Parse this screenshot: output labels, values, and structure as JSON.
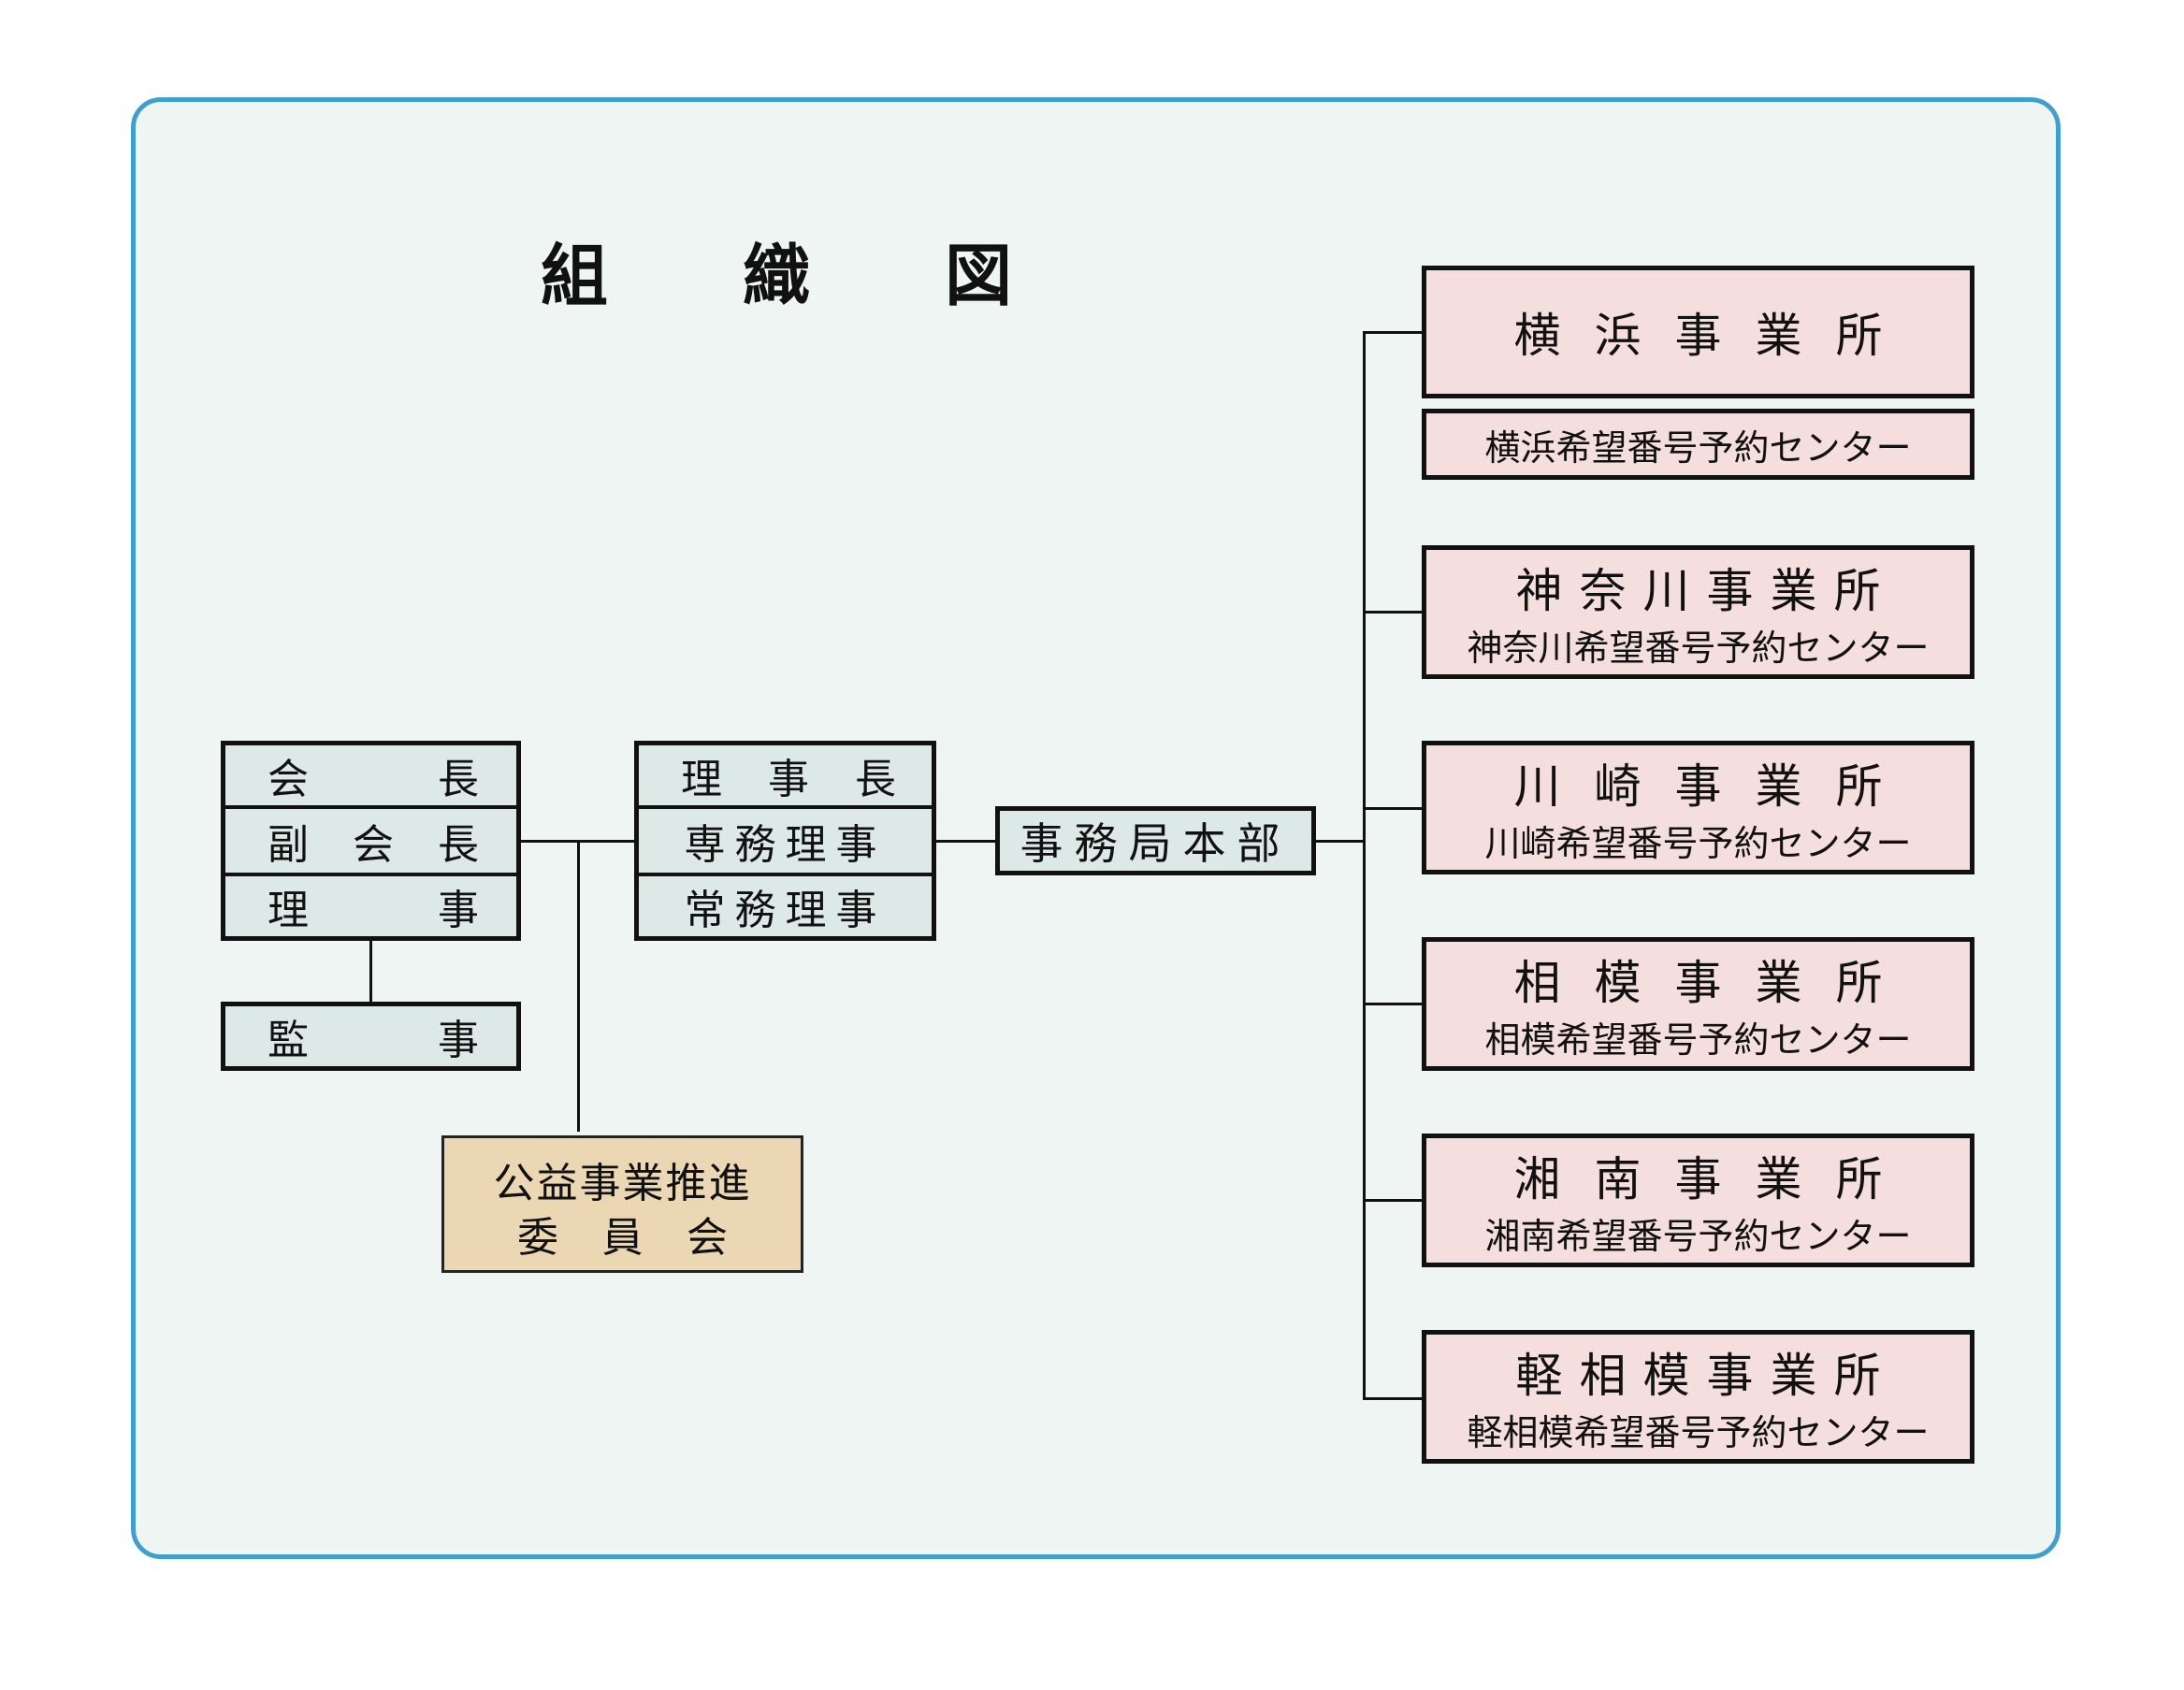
{
  "title": [
    "組",
    "織",
    "図"
  ],
  "leadership": {
    "kaicho": [
      "会",
      "長"
    ],
    "fukukaicho": [
      "副",
      "会",
      "長"
    ],
    "riji": [
      "理",
      "事"
    ],
    "kanji": [
      "監",
      "事"
    ]
  },
  "executives": {
    "rijicho": [
      "理",
      "事",
      "長"
    ],
    "senmu": "専務理事",
    "jomu": "常務理事"
  },
  "committee": {
    "line1": "公益事業推進",
    "line2": [
      "委",
      "員",
      "会"
    ]
  },
  "secretariat": "事務局本部",
  "offices": [
    {
      "name": "横浜事業所",
      "center": "横浜希望番号予約センター"
    },
    {
      "name": "神奈川事業所",
      "center": "神奈川希望番号予約センター"
    },
    {
      "name": "川崎事業所",
      "center": "川崎希望番号予約センター"
    },
    {
      "name": "相模事業所",
      "center": "相模希望番号予約センター"
    },
    {
      "name": "湘南事業所",
      "center": "湘南希望番号予約センター"
    },
    {
      "name": "軽相模事業所",
      "center": "軽相模希望番号予約センター"
    }
  ]
}
